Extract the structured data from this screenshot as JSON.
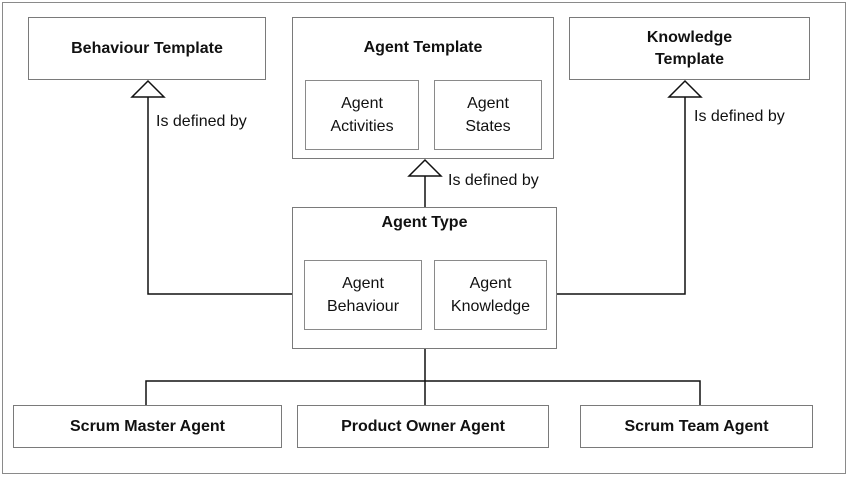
{
  "behaviour_template": {
    "title": "Behaviour Template"
  },
  "agent_template": {
    "title": "Agent Template",
    "parts": [
      "Agent\nActivities",
      "Agent\nStates"
    ]
  },
  "knowledge_template": {
    "title": "Knowledge\nTemplate"
  },
  "agent_type": {
    "title": "Agent Type",
    "parts": [
      "Agent\nBehaviour",
      "Agent\nKnowledge"
    ]
  },
  "relations": {
    "defined_by_left": "Is defined by",
    "defined_by_center": "Is defined by",
    "defined_by_right": "Is defined by"
  },
  "agents": [
    "Scrum Master Agent",
    "Product Owner Agent",
    "Scrum Team Agent"
  ]
}
